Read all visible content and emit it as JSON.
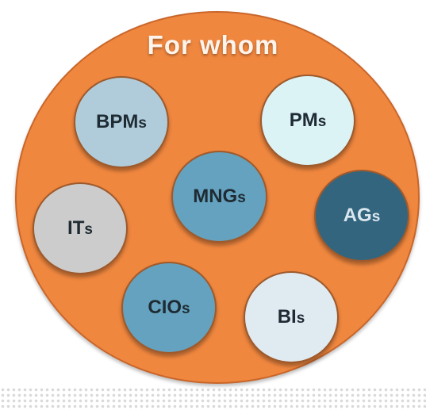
{
  "title": "For whom",
  "colors": {
    "background_circle": "#f0873f",
    "title_text": "#fff4ec"
  },
  "groups": [
    {
      "main": "BPM",
      "suffix": "s",
      "fill": "#b0ccdb",
      "text_color": "#1f2b33"
    },
    {
      "main": "PM",
      "suffix": "s",
      "fill": "#dcf3f6",
      "text_color": "#1f2b33"
    },
    {
      "main": "MNG",
      "suffix": "s",
      "fill": "#64a2bf",
      "text_color": "#1f2b33"
    },
    {
      "main": "IT",
      "suffix": "s",
      "fill": "#cccccc",
      "text_color": "#1f2b33"
    },
    {
      "main": "AG",
      "suffix": "s",
      "fill": "#33657f",
      "text_color": "#dbe7ee"
    },
    {
      "main": "CIO",
      "suffix": "s",
      "fill": "#64a2bf",
      "text_color": "#1f2b33"
    },
    {
      "main": "BI",
      "suffix": "s",
      "fill": "#e0eaf1",
      "text_color": "#1f2b33"
    }
  ]
}
